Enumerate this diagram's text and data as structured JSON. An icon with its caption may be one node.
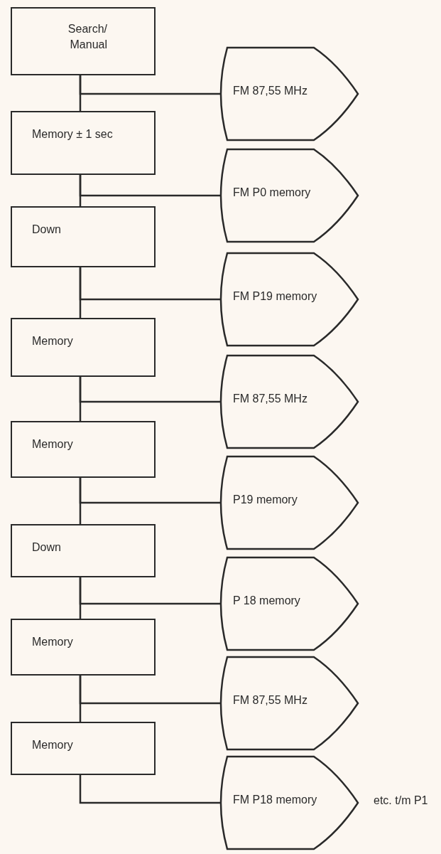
{
  "diagram": {
    "nodes": [
      {
        "text": [
          "Search/ Manual"
        ]
      },
      {
        "text": [
          "FM 87,55 MHz"
        ]
      },
      {
        "text": [
          "Memory ± 1 sec"
        ]
      },
      {
        "text": [
          "FM P0 memory"
        ]
      },
      {
        "text": [
          "Down"
        ]
      },
      {
        "text": [
          "FM P19 memory"
        ]
      },
      {
        "text": [
          "Memory"
        ]
      },
      {
        "text": [
          "FM 87,55 MHz"
        ]
      },
      {
        "text": [
          "Memory"
        ]
      },
      {
        "text": [
          "P19 memory"
        ]
      },
      {
        "text": [
          "Down"
        ]
      },
      {
        "text": [
          "P 18 memory"
        ]
      },
      {
        "text": [
          "Memory"
        ]
      },
      {
        "text": [
          "FM 87,55 MHz"
        ]
      },
      {
        "text": [
          "Memory"
        ]
      },
      {
        "text": [
          "FM P18 memory"
        ]
      }
    ],
    "edges": [
      {
        "from": 0,
        "to": 2,
        "arrow": "none"
      },
      {
        "from": 0,
        "to": 1,
        "arrow": "none"
      },
      {
        "from": 2,
        "to": 4,
        "arrow": "none"
      },
      {
        "from": 2,
        "to": 3,
        "arrow": "none"
      },
      {
        "from": 4,
        "to": 6,
        "arrow": "none"
      },
      {
        "from": 4,
        "to": 5,
        "arrow": "none"
      },
      {
        "from": 6,
        "to": 8,
        "arrow": "none"
      },
      {
        "from": 6,
        "to": 7,
        "arrow": "none"
      },
      {
        "from": 8,
        "to": 10,
        "arrow": "none"
      },
      {
        "from": 8,
        "to": 9,
        "arrow": "none"
      },
      {
        "from": 10,
        "to": 12,
        "arrow": "none"
      },
      {
        "from": 10,
        "to": 11,
        "arrow": "none"
      },
      {
        "from": 12,
        "to": 14,
        "arrow": "none"
      },
      {
        "from": 12,
        "to": 13,
        "arrow": "none"
      },
      {
        "from": 14,
        "to": 15,
        "arrow": "none"
      }
    ],
    "labels": [
      "etc. t/m P1"
    ]
  }
}
